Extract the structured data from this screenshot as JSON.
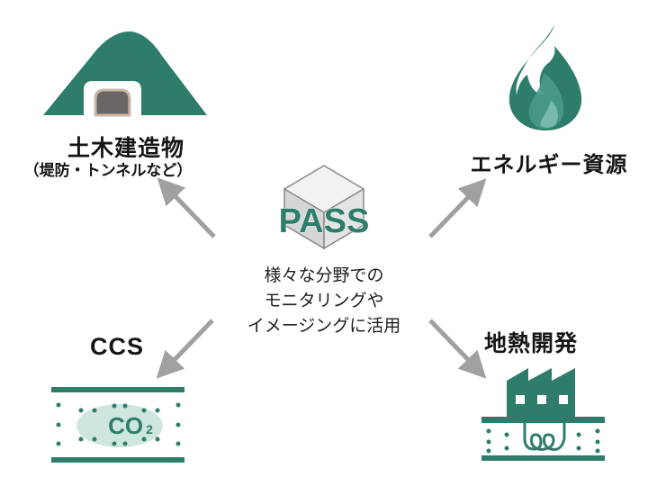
{
  "colors": {
    "accent_green": "#2e7d6b",
    "light_green": "#cfe6e0",
    "arrow_gray": "#a0a0a0",
    "tunnel_gray": "#6b6666",
    "tunnel_rim": "#c9b8a8"
  },
  "center": {
    "logo_text": "PASS",
    "logo_icon": "cube-icon",
    "description_lines": [
      "様々な分野での",
      "モニタリングや",
      "イメージングに活用"
    ]
  },
  "nodes": {
    "civil": {
      "title": "土木建造物",
      "subtitle": "（堤防・トンネルなど）",
      "icon": "tunnel-mountain-icon"
    },
    "energy": {
      "title": "エネルギー資源",
      "icon": "flame-icon"
    },
    "ccs": {
      "title": "CCS",
      "icon": "co2-storage-icon",
      "co2_main": "CO",
      "co2_sub": "2"
    },
    "geothermal": {
      "title": "地熱開発",
      "icon": "factory-geothermal-icon"
    }
  },
  "arrows": [
    {
      "name": "arrow-to-civil",
      "direction": "up-left"
    },
    {
      "name": "arrow-to-energy",
      "direction": "up-right"
    },
    {
      "name": "arrow-to-ccs",
      "direction": "down-left"
    },
    {
      "name": "arrow-to-geothermal",
      "direction": "down-right"
    }
  ]
}
